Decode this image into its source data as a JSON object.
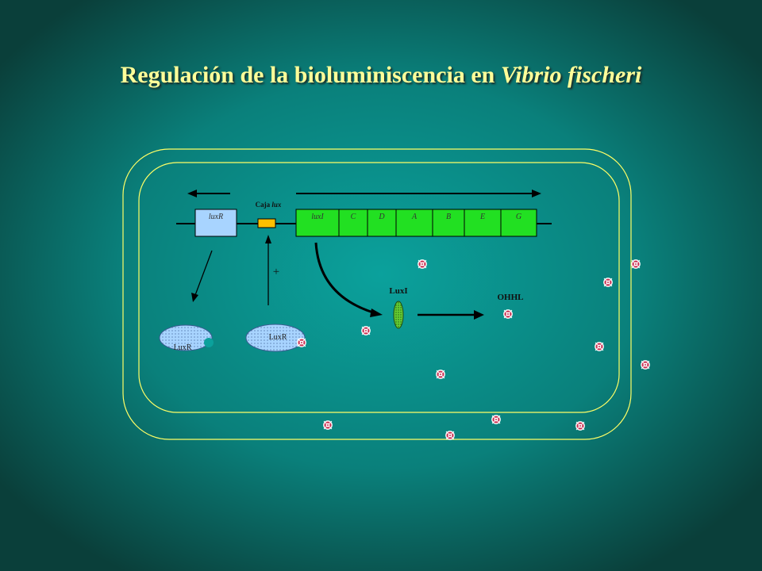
{
  "title": {
    "main": "Regulación de la bioluminiscencia en ",
    "species": "Vibrio fischeri"
  },
  "labels": {
    "caja_prefix": "Caja ",
    "caja_italic": "lux",
    "plus": "+",
    "luxi_protein": "LuxI",
    "ohhl": "OHHL",
    "luxr_protein_1": "LuxR",
    "luxr_protein_2": "LuxR"
  },
  "genes": {
    "luxR": "luxR",
    "operon": [
      "luxI",
      "C",
      "D",
      "A",
      "B",
      "E",
      "G"
    ]
  },
  "colors": {
    "background_center": "#0b9c98",
    "background_edge": "#0a3f3a",
    "cell_outline": "#ffff66",
    "title": "#ffff99",
    "operon_fill": "#22e022",
    "luxR_gene_fill": "#a8d4ff",
    "caja_fill": "#ffc000",
    "protein_fill": "#a8d4ff",
    "luxI_fill": "#66cc33",
    "ohhl_fill": "#cc3355"
  }
}
